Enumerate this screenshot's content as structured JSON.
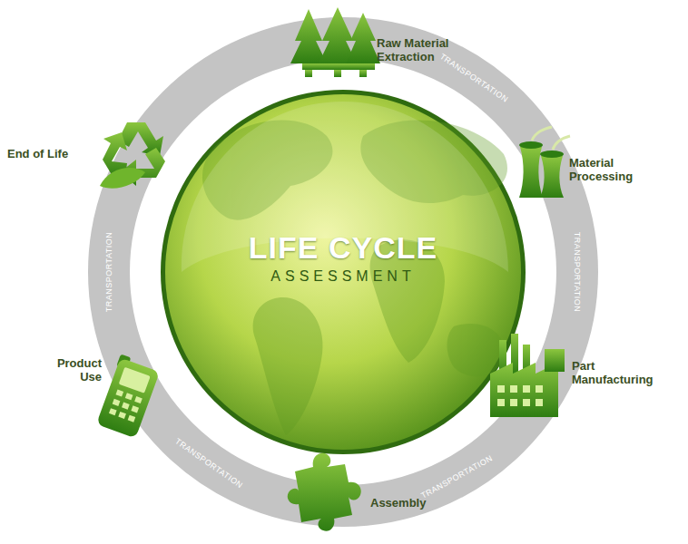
{
  "diagram": {
    "nodes": [
      {
        "text": [
          "LIFE CYCLE",
          "ASSESSMENT"
        ]
      }
    ],
    "labels": [
      "Raw Material Extraction",
      "Material Processing",
      "Part Manufacturing",
      "Assembly",
      "Product Use",
      "End of Life",
      "TRANSPORTATION",
      "TRANSPORTATION",
      "TRANSPORTATION",
      "TRANSPORTATION",
      "TRANSPORTATION"
    ]
  }
}
